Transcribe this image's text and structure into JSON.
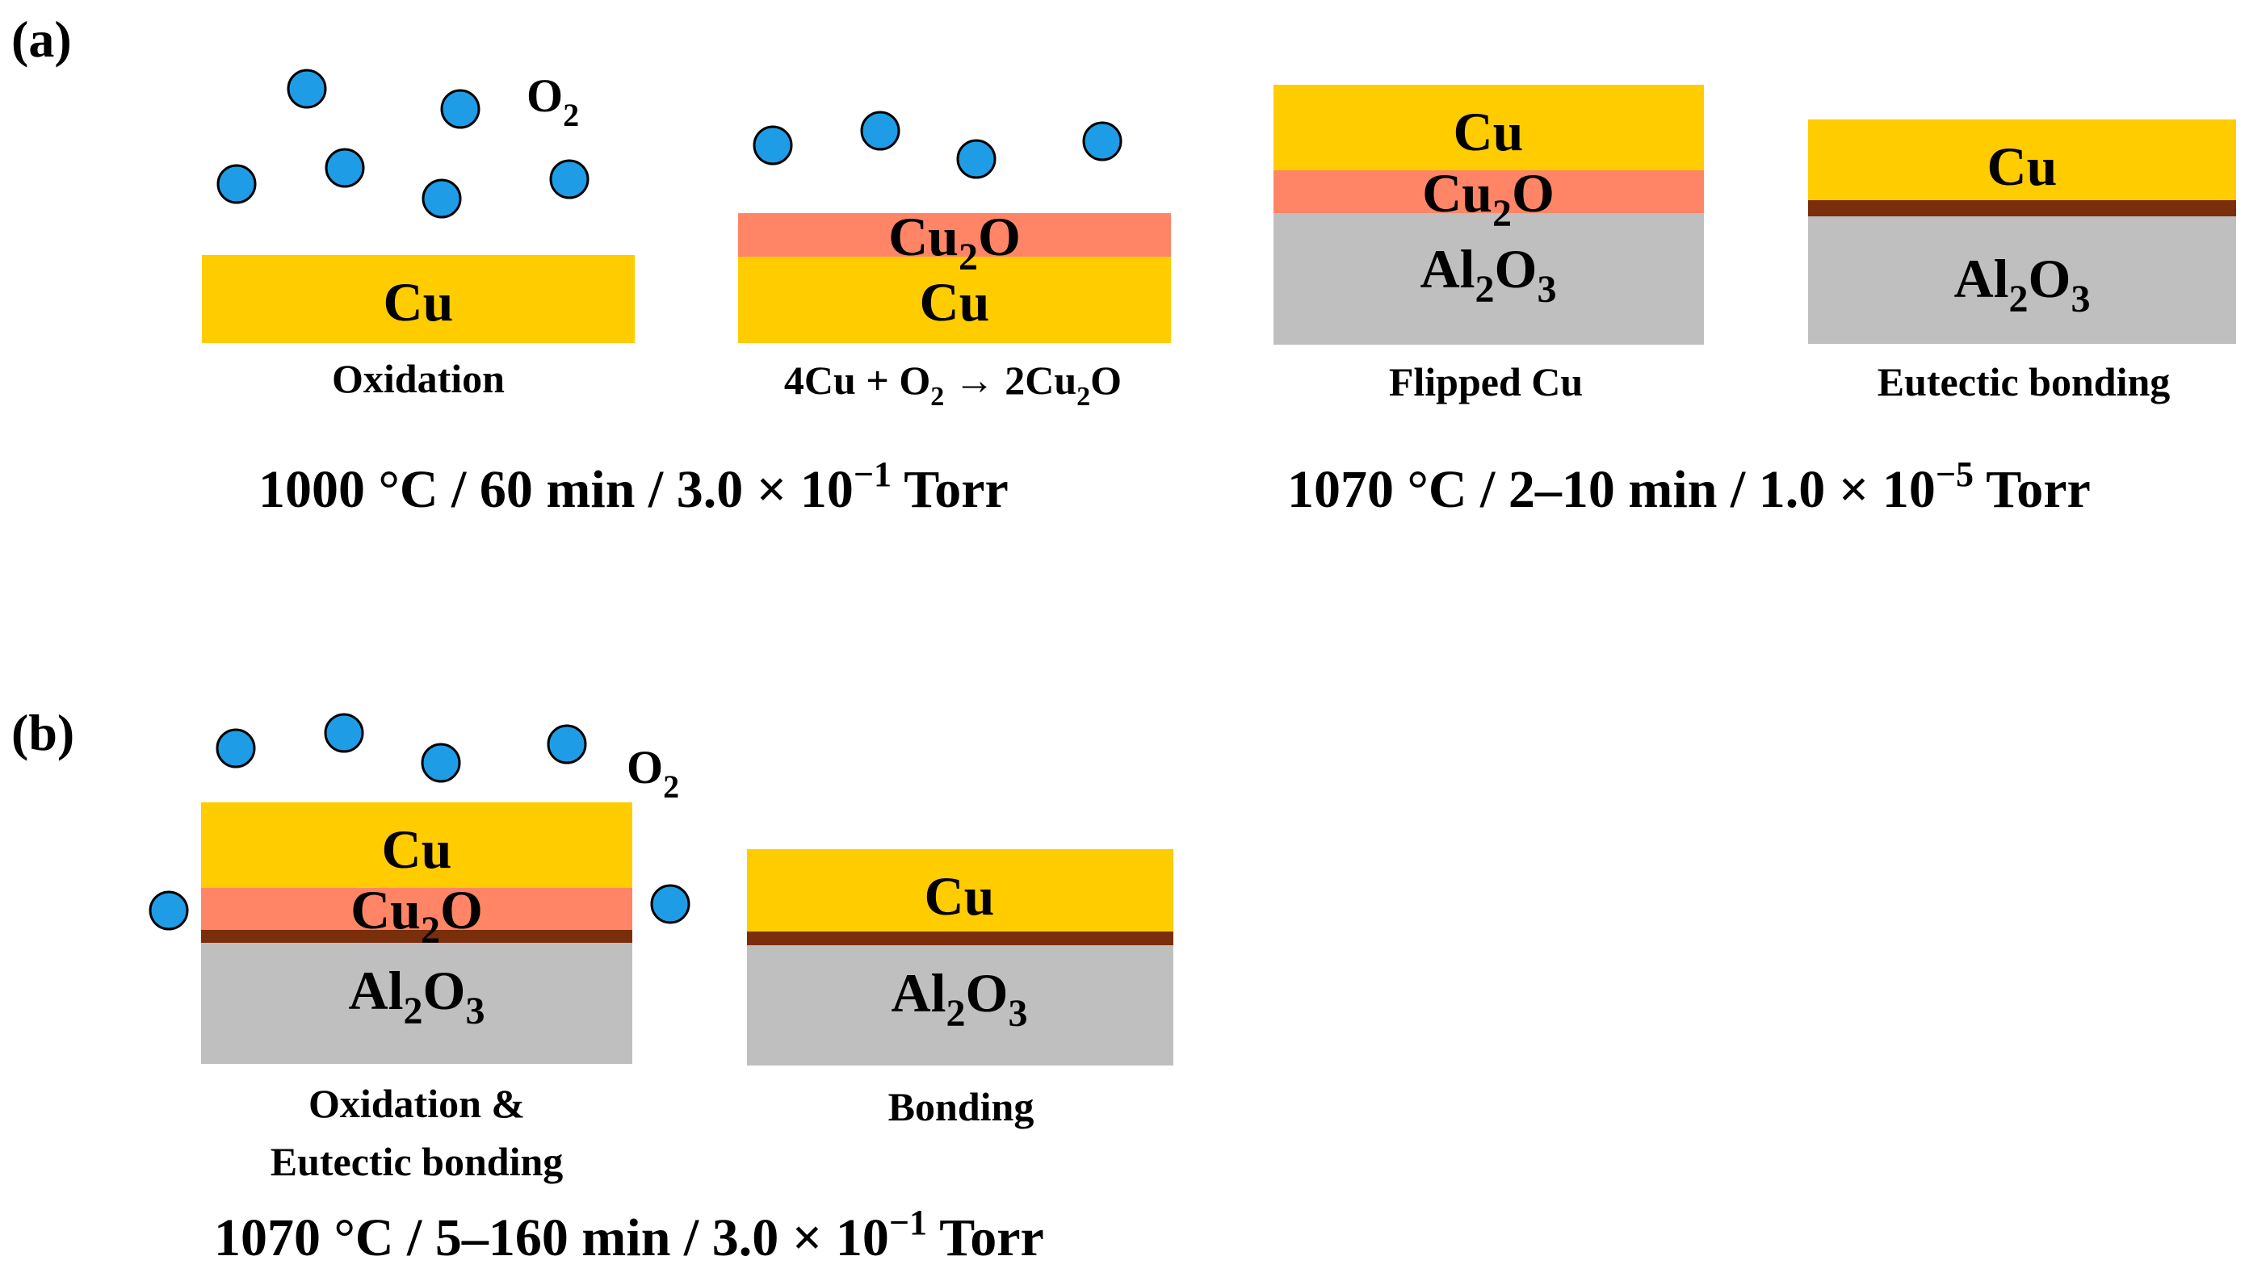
{
  "panel_labels": {
    "a": "(a)",
    "b": "(b)"
  },
  "colors": {
    "cu": "#FFCC00",
    "cu2o": "#FF8566",
    "al2o3": "#BFBFBF",
    "eutectic": "#7B2E0B",
    "o2_molecule": "#1E9DE6",
    "molecule_outline": "#000000"
  },
  "labels": {
    "cu": "Cu",
    "cu2o": {
      "main": "Cu",
      "sub": "2",
      "tail": "O"
    },
    "al2o3": {
      "a": "Al",
      "s1": "2",
      "b": "O",
      "s2": "3"
    },
    "o2": {
      "main": "O",
      "sub": "2"
    }
  },
  "panel_a": {
    "steps": [
      {
        "caption": "Oxidation"
      },
      {
        "caption": {
          "p1": "4Cu + O",
          "s1": "2",
          "p2": " → 2Cu",
          "s2": "2",
          "p3": "O"
        }
      },
      {
        "caption": "Flipped Cu"
      },
      {
        "caption": "Eutectic bonding"
      }
    ],
    "conditions": [
      {
        "main": "1000 °C / 60 min / 3.0 × 10",
        "exp": "−1",
        "tail": " Torr"
      },
      {
        "main": "1070 °C / 2–10 min / 1.0 × 10",
        "exp": "−5",
        "tail": " Torr"
      }
    ]
  },
  "panel_b": {
    "steps": [
      {
        "caption_line1": "Oxidation &",
        "caption_line2": "Eutectic bonding"
      },
      {
        "caption": "Bonding"
      }
    ],
    "condition": {
      "main": "1070 °C / 5–160 min / 3.0 × 10",
      "exp": "−1",
      "tail": " Torr"
    }
  }
}
